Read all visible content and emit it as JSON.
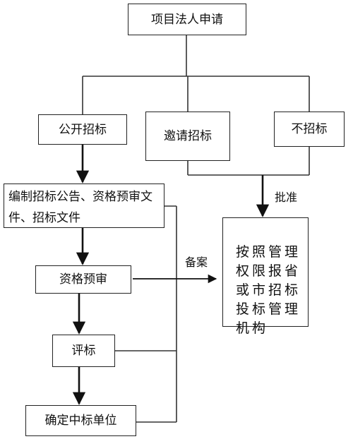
{
  "nodes": {
    "apply": "项目法人申请",
    "public_bid": "公开招标",
    "invite_bid": "邀请招标",
    "no_bid": "不招标",
    "prepare_docs": "编制招标公告、资格预审文件、招标文件",
    "prequal": "资格预审",
    "evaluate": "评标",
    "winner": "确定中标单位",
    "agency": "按照管理\n权限报省\n或市招标\n投标管理\n机构"
  },
  "edges": {
    "approve": "批准",
    "filing": "备案"
  }
}
